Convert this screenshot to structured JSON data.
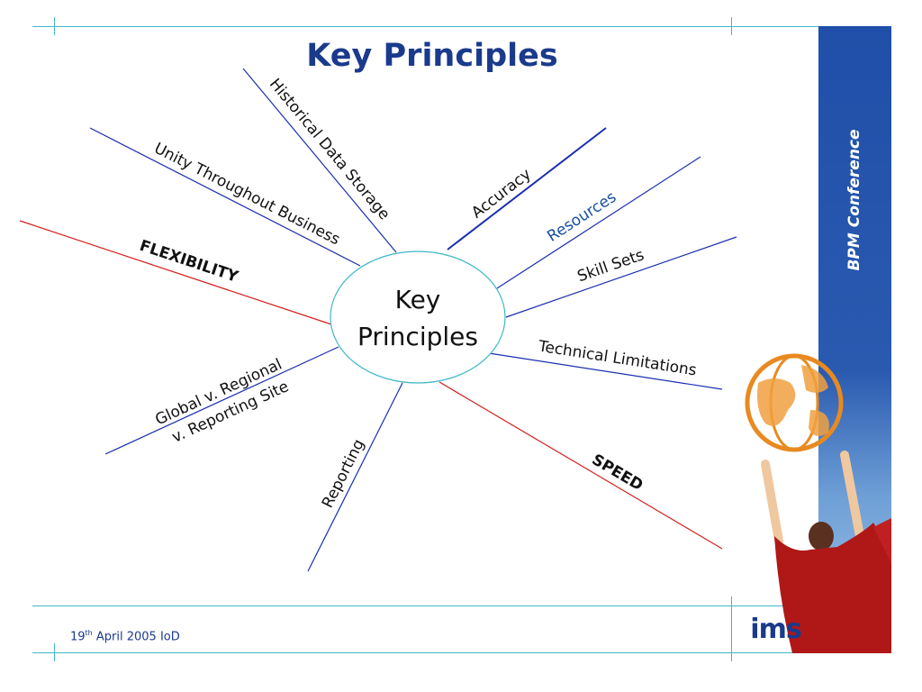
{
  "title": "Key Principles",
  "centre": {
    "line1": "Key",
    "line2": "Principles"
  },
  "side_label": "BPM Conference",
  "footer": {
    "day": "19",
    "day_suffix": "th",
    "rest": " April 2005 IoD"
  },
  "logo_text": "ims",
  "spokes": [
    {
      "id": "historical-data-storage",
      "label": "Historical Data Storage",
      "color": "#1a2fb0",
      "bold": false
    },
    {
      "id": "unity-throughout-business",
      "label": "Unity Throughout Business",
      "color": "#1a2fb0",
      "bold": false
    },
    {
      "id": "flexibility",
      "label": "FLEXIBILITY",
      "color": "#d42020",
      "bold": true
    },
    {
      "id": "global-regional",
      "label": "Global v. Regional",
      "label2": "v. Reporting Site",
      "color": "#1a2fb0",
      "bold": false
    },
    {
      "id": "reporting",
      "label": "Reporting",
      "color": "#1a2fb0",
      "bold": false
    },
    {
      "id": "accuracy",
      "label": "Accuracy",
      "color": "#1a2fb0",
      "bold": false
    },
    {
      "id": "resources",
      "label": "Resources",
      "color": "#1a2fb0",
      "label_color": "#1a4fa0",
      "bold": false
    },
    {
      "id": "skill-sets",
      "label": "Skill Sets",
      "color": "#1a2fb0",
      "bold": false
    },
    {
      "id": "technical-limitations",
      "label": "Technical Limitations",
      "color": "#1a2fb0",
      "bold": false
    },
    {
      "id": "speed",
      "label": "SPEED",
      "color": "#d42020",
      "bold": true
    }
  ],
  "colors": {
    "title": "#1a3a8c",
    "frame": "#3fb8c8",
    "ellipse_stroke": "#3fb8c8",
    "band": "#1f4fa8"
  }
}
